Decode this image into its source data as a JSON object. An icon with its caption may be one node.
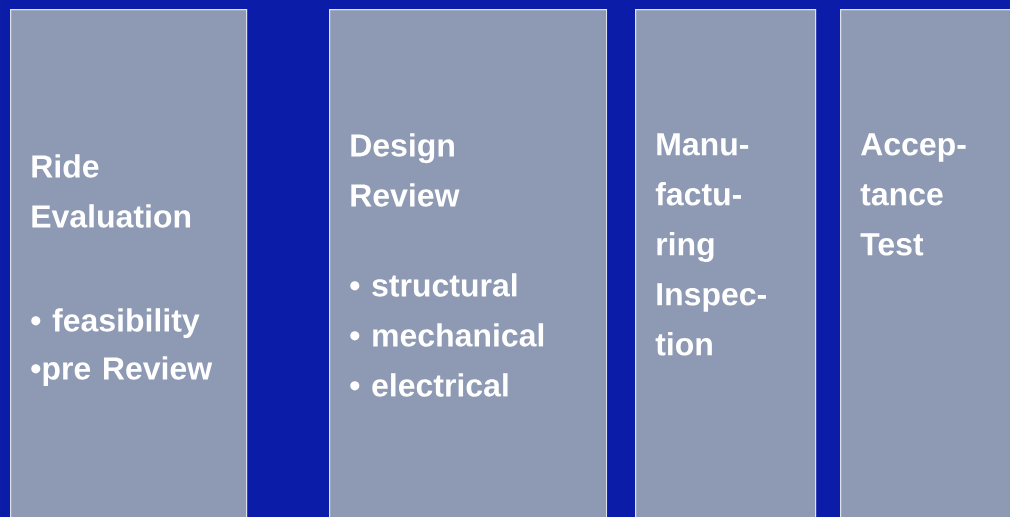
{
  "diagram": {
    "nodes": [
      {
        "text": [
          "Ride Evaluation",
          "• feasibility",
          "•pre Review"
        ]
      },
      {
        "text": [
          "Design Review",
          "• structural",
          "• mechanical",
          "• electrical"
        ]
      },
      {
        "text": [
          "Manu- factu- ring Inspec- tion"
        ]
      },
      {
        "text": [
          "Accep- tance Test"
        ]
      }
    ]
  }
}
